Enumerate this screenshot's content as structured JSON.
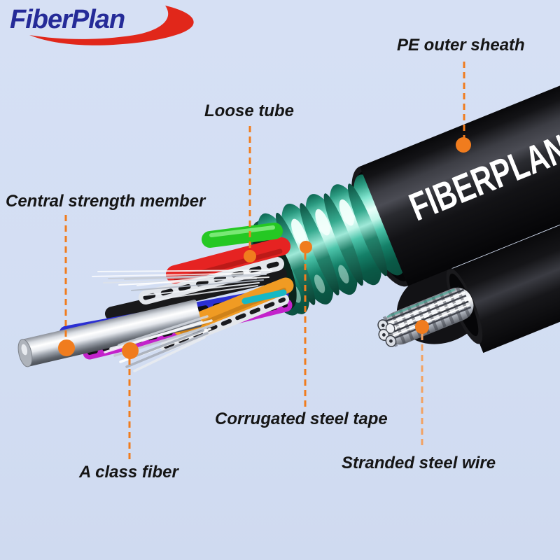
{
  "background_color": "#d3def3",
  "accent_color": "#f07c1e",
  "accent_light": "#f2a263",
  "logo": {
    "text": "FiberPlan",
    "text_color": "#252b98",
    "swoosh_color": "#e1271a"
  },
  "cable": {
    "brand_text": "FIBERPLAN",
    "sheath_color": "#18181b",
    "tape_color": "#2fb99c",
    "steel_color": "#cdd2da",
    "tube_colors": {
      "green": "#25c823",
      "red": "#e62322",
      "orange": "#f09b23",
      "blue": "#2b2fd2",
      "magenta": "#c322cb",
      "black": "#19191b",
      "white": "#e3e6eb",
      "cyan": "#17b8c4"
    }
  },
  "callouts": [
    {
      "id": "pe-outer-sheath",
      "text": "PE outer sheath"
    },
    {
      "id": "loose-tube",
      "text": "Loose tube"
    },
    {
      "id": "central-strength-member",
      "text": "Central strength member"
    },
    {
      "id": "corrugated-steel-tape",
      "text": "Corrugated steel tape"
    },
    {
      "id": "a-class-fiber",
      "text": "A class fiber"
    },
    {
      "id": "stranded-steel-wire",
      "text": "Stranded steel wire"
    }
  ]
}
